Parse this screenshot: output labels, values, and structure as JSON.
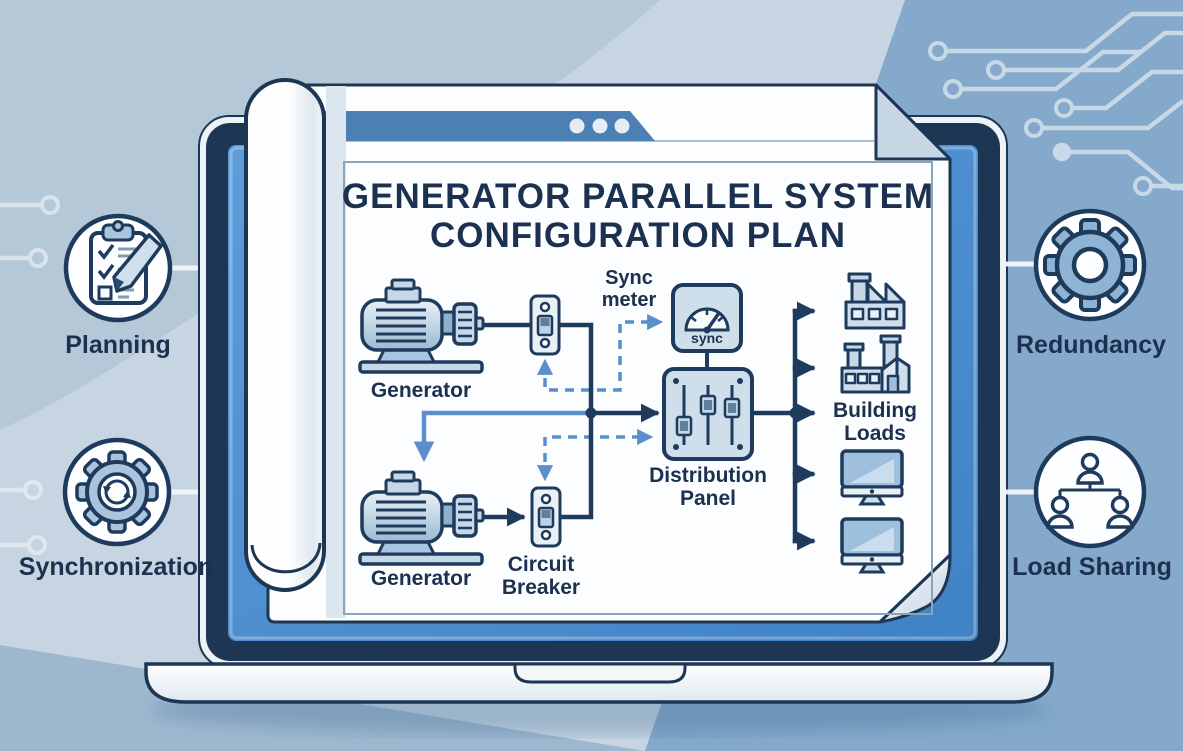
{
  "plan": {
    "title_line1": "GENERATOR PARALLEL SYSTEM",
    "title_line2": "CONFIGURATION PLAN",
    "generator_top_label": "Generator",
    "generator_bottom_label": "Generator",
    "circuit_breaker_label": "Circuit Breaker",
    "sync_meter_label": "Sync meter",
    "sync_gauge_text": "sync",
    "distribution_panel_label": "Distribution Panel",
    "building_loads_label": "Building Loads"
  },
  "features": [
    {
      "id": "planning",
      "label": "Planning",
      "icon": "clipboard-checklist-icon"
    },
    {
      "id": "synchronization",
      "label": "Synchronization",
      "icon": "sync-arrows-gear-icon"
    },
    {
      "id": "redundancy",
      "label": "Redundancy",
      "icon": "gear-icon"
    },
    {
      "id": "load-sharing",
      "label": "Load Sharing",
      "icon": "team-hierarchy-icon"
    }
  ],
  "colors": {
    "navy_outline": "#1c3653",
    "label_text": "#1c3150",
    "accent_blue": "#5b8fc9",
    "screen_blue": "#4a8ed0",
    "toolbar_blue": "#4d80b2",
    "background_left": "#c7d5e2",
    "background_right": "#84a9ca",
    "paper_white": "#fcfdfe"
  }
}
